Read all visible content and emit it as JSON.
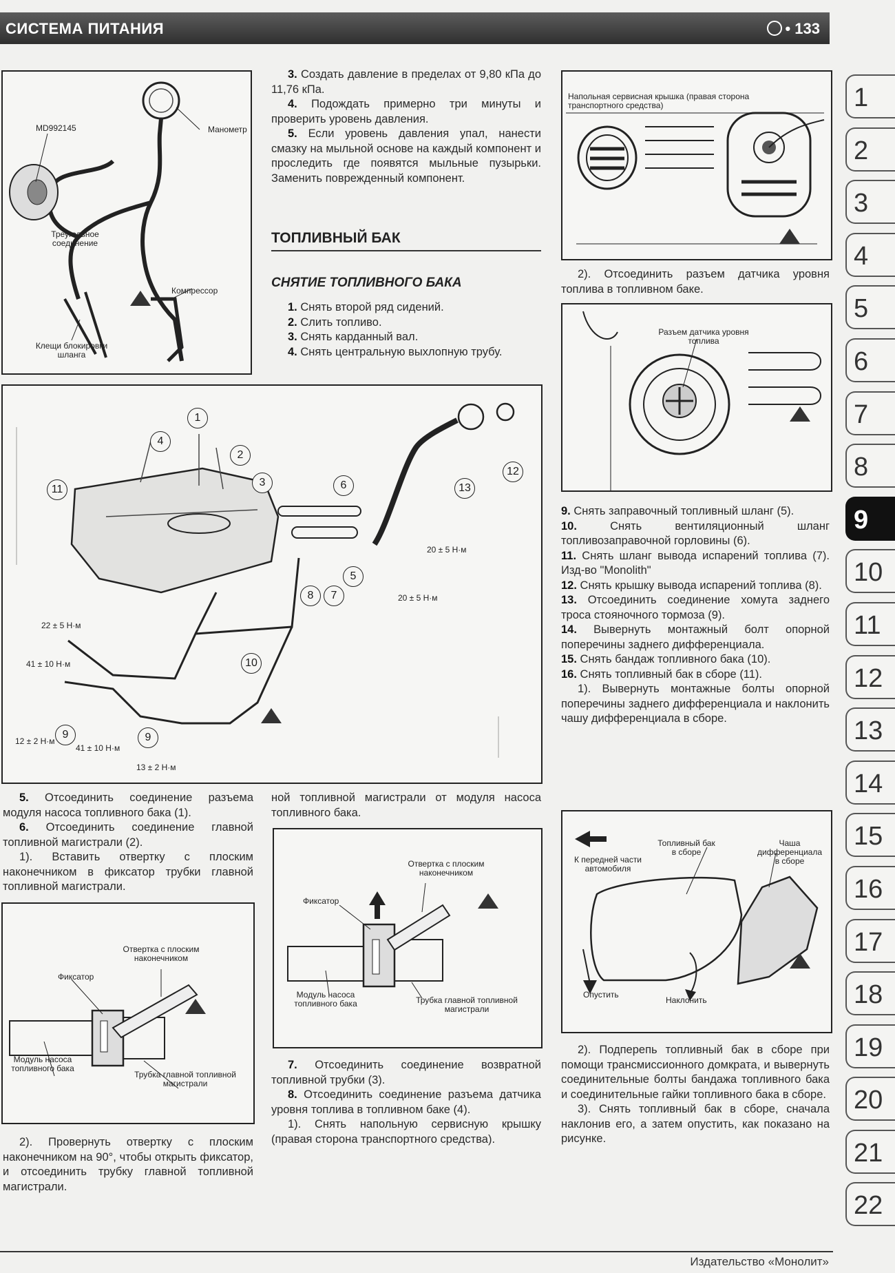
{
  "header": {
    "section_title": "СИСТЕМА ПИТАНИЯ",
    "page_number": "133"
  },
  "fig_pressure": {
    "labels": {
      "tool": "MD992145",
      "gauge": "Манометр",
      "tee": "Треугольное соединение",
      "compressor": "Компрессор",
      "clamp": "Клещи блокировки шланга"
    }
  },
  "text_pressure": {
    "steps": [
      {
        "num": "3.",
        "text": "Создать давление в пределах от 9,80 кПа до 11,76 кПа."
      },
      {
        "num": "4.",
        "text": "Подождать примерно три минуты и проверить уровень давления."
      },
      {
        "num": "5.",
        "text": "Если уровень давления упал, нанести смазку на мыльной основе на каждый компонент и проследить где появятся мыльные пузырьки. Заменить поврежденный компонент."
      }
    ]
  },
  "section": {
    "title": "ТОПЛИВНЫЙ БАК",
    "subtitle": "СНЯТИЕ ТОПЛИВНОГО БАКА",
    "steps": [
      {
        "num": "1.",
        "text": "Снять второй ряд сидений."
      },
      {
        "num": "2.",
        "text": "Слить топливо."
      },
      {
        "num": "3.",
        "text": "Снять карданный вал."
      },
      {
        "num": "4.",
        "text": "Снять центральную выхлопную трубу."
      }
    ]
  },
  "fig_cover": {
    "label": "Напольная сервисная крышка (правая сторона транспортного средства)"
  },
  "caption_cover": "2). Отсоединить разъем датчика уровня топлива в топливном баке.",
  "fig_sensor": {
    "label": "Разъем датчика уровня топлива"
  },
  "fig_exploded": {
    "callouts": [
      "1",
      "2",
      "3",
      "4",
      "5",
      "6",
      "7",
      "8",
      "9",
      "10",
      "11",
      "12",
      "13",
      "9"
    ],
    "torques": [
      "20 ± 5 Н·м",
      "20 ± 5 Н·м",
      "22 ± 5 Н·м",
      "41 ± 10 Н·м",
      "41 ± 10 Н·м",
      "12 ± 2 Н·м",
      "13 ± 2 Н·м"
    ]
  },
  "text_right_steps": [
    {
      "num": "9.",
      "text": "Снять заправочный топливный шланг (5)."
    },
    {
      "num": "10.",
      "text": "Снять вентиляционный шланг топливозаправочной горловины (6)."
    },
    {
      "num": "11.",
      "text": "Снять шланг вывода испарений топлива (7). Изд-во \"Monolith\""
    },
    {
      "num": "12.",
      "text": "Снять крышку вывода испарений топлива (8)."
    },
    {
      "num": "13.",
      "text": "Отсоединить соединение хомута заднего троса стояночного тормоза (9)."
    },
    {
      "num": "14.",
      "text": "Вывернуть монтажный болт опорной поперечины заднего дифференциала."
    },
    {
      "num": "15.",
      "text": "Снять бандаж топливного бака (10)."
    },
    {
      "num": "16.",
      "text": "Снять топливный бак в сборе (11)."
    }
  ],
  "text_right_sub1": "1). Вывернуть монтажные болты опорной поперечины заднего дифференциала и наклонить чашу дифференциала в сборе.",
  "text_left_bottom": {
    "steps": [
      {
        "num": "5.",
        "text": "Отсоединить соединение разъема модуля насоса топливного бака (1)."
      },
      {
        "num": "6.",
        "text": "Отсоединить соединение главной топливной магистрали (2)."
      }
    ],
    "sub1": "1). Вставить отвертку с плоским наконечником в фиксатор трубки главной топливной магистрали."
  },
  "text_mid_cont": "ной топливной магистрали от модуля насоса топливного бака.",
  "fig_clip_left": {
    "labels": {
      "screwdriver": "Отвертка с плоским наконечником",
      "clip": "Фиксатор",
      "module": "Модуль насоса топливного бака",
      "tube": "Трубка главной топливной магистрали"
    }
  },
  "fig_clip_mid": {
    "labels": {
      "screwdriver": "Отвертка с плоским наконечником",
      "clip": "Фиксатор",
      "module": "Модуль насоса топливного бака",
      "tube": "Трубка главной топливной магистрали"
    }
  },
  "fig_diff": {
    "labels": {
      "front": "К передней части автомобиля",
      "tank": "Топливный бак в сборе",
      "diff": "Чаша дифференциала в сборе",
      "lower": "Опустить",
      "tilt": "Наклонить"
    }
  },
  "text_left_bottom2": "2). Провернуть отвертку с плоским наконечником на 90°, чтобы открыть фиксатор, и отсоединить трубку главной топливной магистрали.",
  "text_mid_bottom": [
    {
      "num": "7.",
      "text": "Отсоединить соединение возвратной топливной трубки (3)."
    },
    {
      "num": "8.",
      "text": "Отсоединить соединение разъема датчика уровня топлива в топливном баке (4)."
    }
  ],
  "text_mid_bottom_sub": "1). Снять напольную сервисную крышку (правая сторона транспортного средства).",
  "text_right_bottom": [
    "2). Подперепь топливный бак в сборе при помощи трансмиссионного домкрата, и вывернуть соединительные болты бандажа топливного бака и соединительные гайки топливного бака в сборе.",
    "3). Снять топливный бак в сборе, сначала наклонив его, а затем опустить, как показано на рисунке."
  ],
  "tabs": [
    "1",
    "2",
    "3",
    "4",
    "5",
    "6",
    "7",
    "8",
    "9",
    "10",
    "11",
    "12",
    "13",
    "14",
    "15",
    "16",
    "17",
    "18",
    "19",
    "20",
    "21",
    "22"
  ],
  "active_tab": "9",
  "footer": "Издательство «Монолит»"
}
